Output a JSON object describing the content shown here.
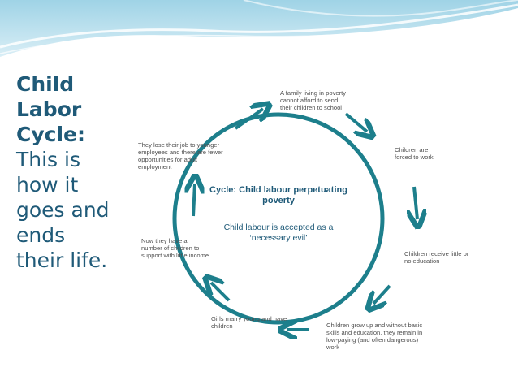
{
  "slide": {
    "title_line1": "Child",
    "title_line2": "Labor",
    "title_line3": "Cycle:",
    "body_lines": [
      "This is",
      "how it",
      "goes and",
      "ends",
      "their life."
    ]
  },
  "diagram": {
    "center_title": "Cycle: Child labour perpetuating poverty",
    "center_subtitle": "Child labour is accepted as a ‘necessary evil’",
    "stages": [
      {
        "id": "poverty",
        "text": "A family living in poverty cannot afford to send their children to school"
      },
      {
        "id": "work",
        "text": "Children are forced to work"
      },
      {
        "id": "education",
        "text": "Children receive little or no education"
      },
      {
        "id": "grow-up",
        "text": "Children grow up and without basic skills and education, they remain in low-paying (and often dangerous) work"
      },
      {
        "id": "marry",
        "text": "Girls marry young and have children"
      },
      {
        "id": "support",
        "text": "Now they have a number of children to support with little income"
      },
      {
        "id": "lose-job",
        "text": "They lose their job to younger employees and there are fewer opportunities for adult employment"
      }
    ],
    "colors": {
      "circle": "#1d7f8c",
      "arrow": "#1d7f8c",
      "heading": "#1f5a78"
    }
  }
}
